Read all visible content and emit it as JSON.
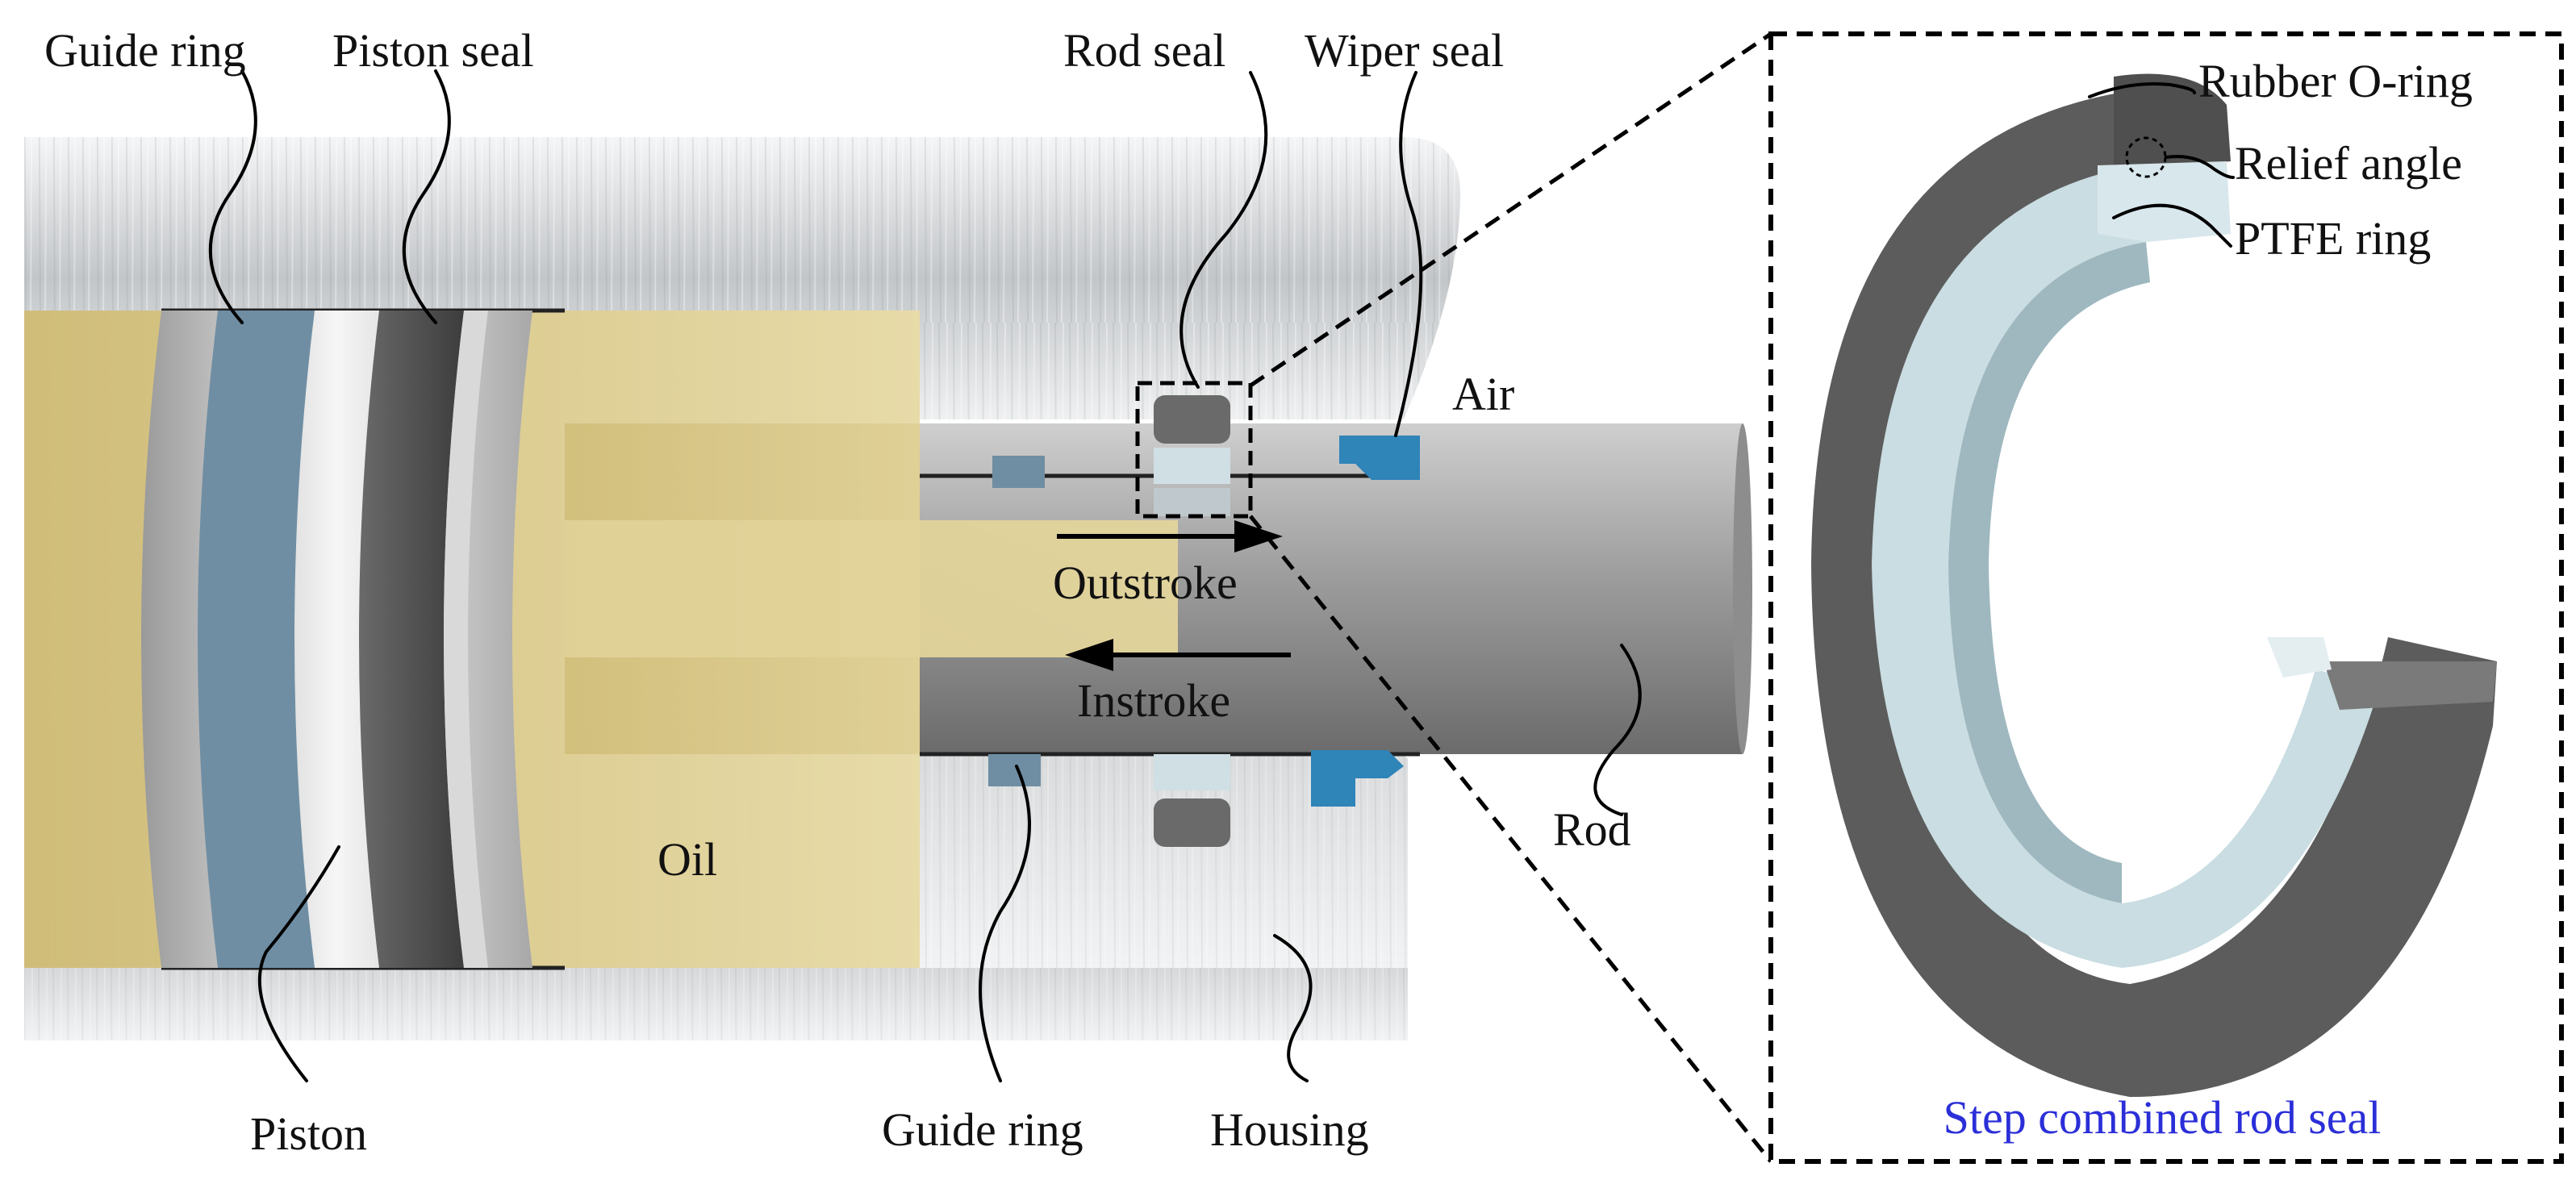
{
  "labels": {
    "guide_ring_top": "Guide ring",
    "piston_seal": "Piston seal",
    "rod_seal": "Rod seal",
    "wiper_seal": "Wiper seal",
    "air": "Air",
    "outstroke": "Outstroke",
    "instroke": "Instroke",
    "oil": "Oil",
    "rod": "Rod",
    "piston": "Piston",
    "guide_ring_bottom": "Guide ring",
    "housing": "Housing",
    "rubber_o_ring": "Rubber O-ring",
    "relief_angle": "Relief angle",
    "ptfe_ring": "PTFE ring",
    "inset_caption": "Step combined rod seal"
  },
  "colors": {
    "housing": "#c9cccf",
    "oil": "#d9c98a",
    "guide_ring": "#6f8ea3",
    "piston_seal": "#4a4a4a",
    "rubber_o_ring": "#5a5a5a",
    "ptfe_ring": "#c9dde2",
    "wiper_seal": "#2f84b8",
    "caption": "#2b2fd8"
  }
}
